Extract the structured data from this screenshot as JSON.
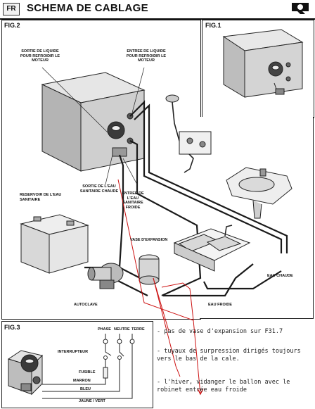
{
  "header": {
    "lang": "FR",
    "title": "SCHEMA DE CABLAGE"
  },
  "fig2": {
    "label": "FIG.2",
    "labels": {
      "sortie_liquide": "SORTIE DE LIQUIDE POUR REFROIDIR LE MOTEUR",
      "entree_liquide": "ENTREE DE LIQUIDE POUR REFROIDIR LE MOTEUR",
      "reservoir": "RESERVOIR DE L'EAU SANITAIRE",
      "sortie_eau": "SORTIE DE L'EAU SANITAIRE CHAUDE",
      "entree_eau": "ENTREE DE L'EAU SANITAIRE FROIDE",
      "vase": "VASE D'EXPANSION",
      "autoclave": "AUTOCLAVE",
      "eau_chaude": "EAU CHAUDE",
      "eau_froide": "EAU FROIDE"
    }
  },
  "fig1": {
    "label": "FIG.1"
  },
  "fig3": {
    "label": "FIG.3",
    "labels": {
      "phase": "PHASE",
      "neutre": "NEUTRE",
      "terre": "TERRE",
      "interrupteur": "INTERRUPTEUR",
      "fusible": "FUSIBLE",
      "marron": "MARRON",
      "bleu": "BLEU",
      "jaune_vert": "JAUNE / VERT"
    }
  },
  "notes": [
    "- pas de vase d'expansion sur F31.7",
    "- tuyaux de surpression dirigés toujours vers le bas de la cale.",
    "- l'hiver, vidanger le ballon avec le robinet entrée eau froide"
  ],
  "colors": {
    "annotation": "#cc1111",
    "line": "#222222",
    "pipe": "#1a1a1a"
  }
}
